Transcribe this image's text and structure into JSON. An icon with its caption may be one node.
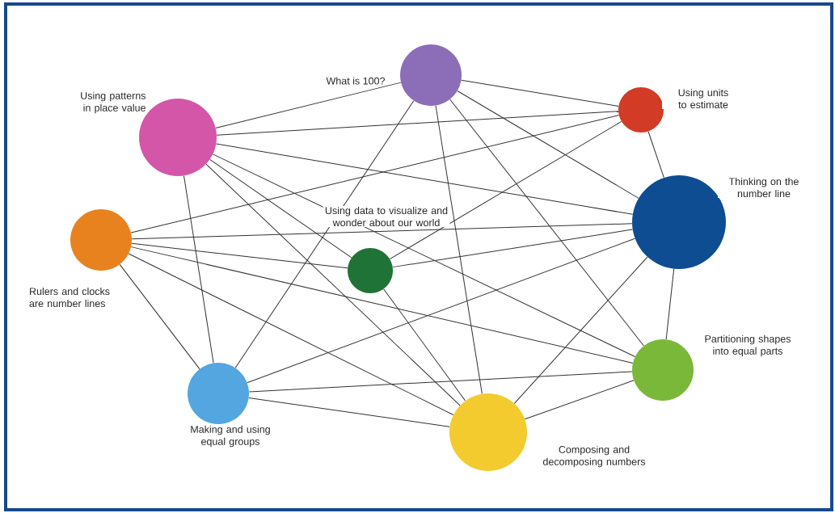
{
  "diagram": {
    "nodes": [
      {
        "text": [
          "What is 100?"
        ]
      },
      {
        "text": [
          "Using patterns in place value"
        ]
      },
      {
        "text": [
          "Using units to estimate"
        ]
      },
      {
        "text": [
          "Thinking on the number line"
        ]
      },
      {
        "text": [
          "Rulers and clocks are number lines"
        ]
      },
      {
        "text": [
          "Using data to visualize and wonder about our world"
        ]
      },
      {
        "text": [
          "Partitioning shapes into equal parts"
        ]
      },
      {
        "text": [
          "Making and using equal groups"
        ]
      },
      {
        "text": [
          "Composing and decomposing numbers"
        ]
      }
    ],
    "edges": [
      {
        "from": 0,
        "to": 1,
        "arrow": "none"
      },
      {
        "from": 0,
        "to": 2,
        "arrow": "none"
      },
      {
        "from": 0,
        "to": 3,
        "arrow": "none"
      },
      {
        "from": 0,
        "to": 7,
        "arrow": "none"
      },
      {
        "from": 0,
        "to": 8,
        "arrow": "none"
      },
      {
        "from": 0,
        "to": 6,
        "arrow": "none"
      },
      {
        "from": 1,
        "to": 2,
        "arrow": "none"
      },
      {
        "from": 1,
        "to": 3,
        "arrow": "none"
      },
      {
        "from": 1,
        "to": 5,
        "arrow": "none"
      },
      {
        "from": 1,
        "to": 7,
        "arrow": "none"
      },
      {
        "from": 1,
        "to": 8,
        "arrow": "none"
      },
      {
        "from": 1,
        "to": 6,
        "arrow": "none"
      },
      {
        "from": 2,
        "to": 3,
        "arrow": "none"
      },
      {
        "from": 2,
        "to": 4,
        "arrow": "none"
      },
      {
        "from": 2,
        "to": 5,
        "arrow": "none"
      },
      {
        "from": 3,
        "to": 4,
        "arrow": "none"
      },
      {
        "from": 3,
        "to": 5,
        "arrow": "none"
      },
      {
        "from": 3,
        "to": 7,
        "arrow": "none"
      },
      {
        "from": 3,
        "to": 8,
        "arrow": "none"
      },
      {
        "from": 3,
        "to": 6,
        "arrow": "none"
      },
      {
        "from": 4,
        "to": 5,
        "arrow": "none"
      },
      {
        "from": 4,
        "to": 6,
        "arrow": "none"
      },
      {
        "from": 4,
        "to": 8,
        "arrow": "none"
      },
      {
        "from": 4,
        "to": 7,
        "arrow": "none"
      },
      {
        "from": 5,
        "to": 8,
        "arrow": "none"
      },
      {
        "from": 6,
        "to": 7,
        "arrow": "none"
      },
      {
        "from": 6,
        "to": 8,
        "arrow": "none"
      },
      {
        "from": 7,
        "to": 8,
        "arrow": "none"
      }
    ]
  }
}
